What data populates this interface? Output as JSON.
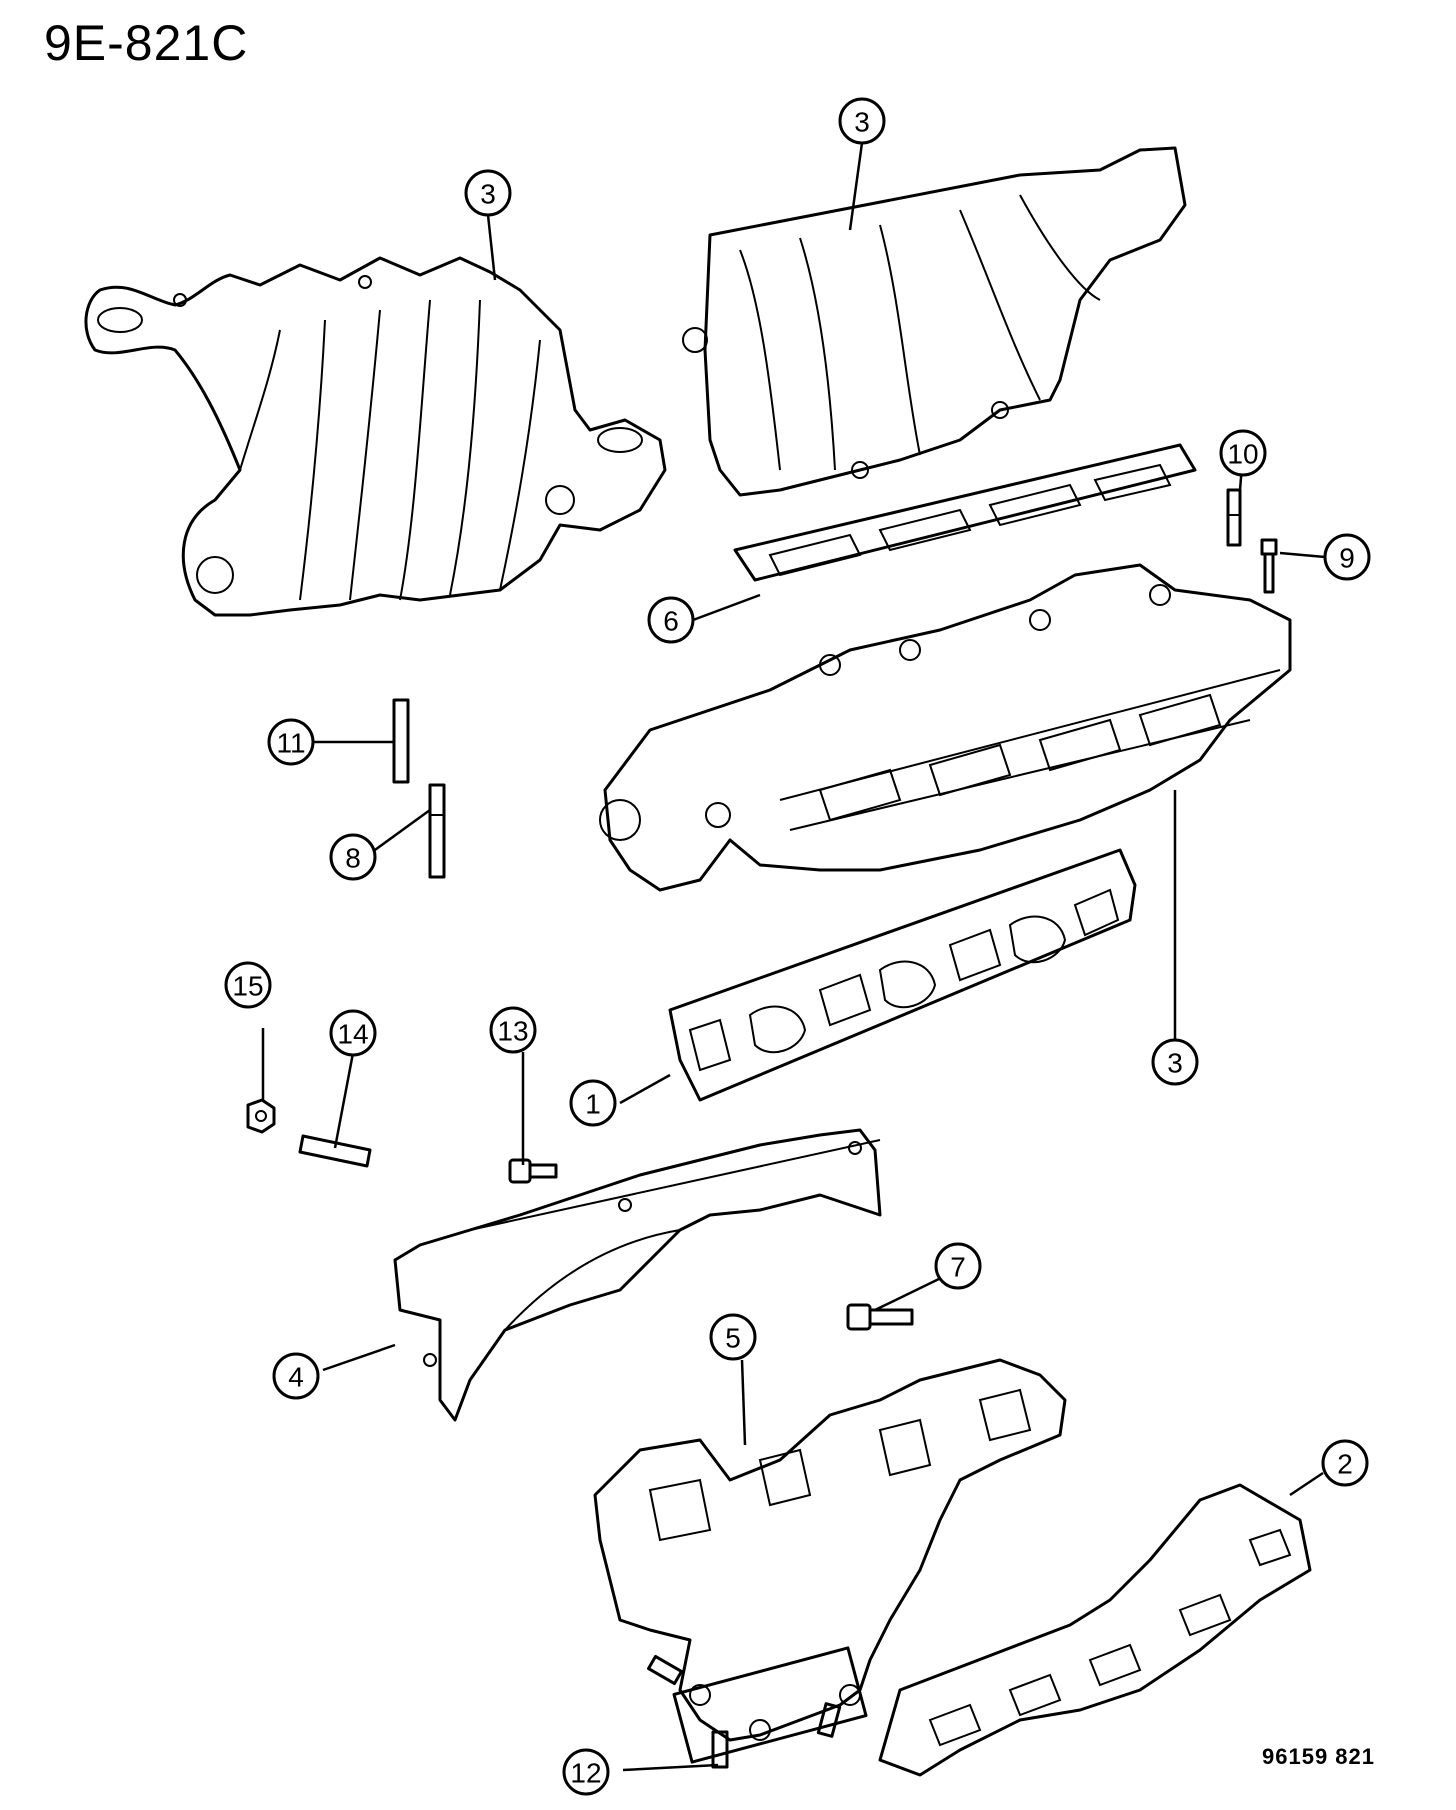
{
  "title": "9E-821C",
  "footer_code": "96159  821",
  "callouts": [
    {
      "id": "c3a",
      "label": "3"
    },
    {
      "id": "c3b",
      "label": "3"
    },
    {
      "id": "c3c",
      "label": "3"
    },
    {
      "id": "c10",
      "label": "10"
    },
    {
      "id": "c9",
      "label": "9"
    },
    {
      "id": "c6",
      "label": "6"
    },
    {
      "id": "c11",
      "label": "11"
    },
    {
      "id": "c8",
      "label": "8"
    },
    {
      "id": "c15",
      "label": "15"
    },
    {
      "id": "c14",
      "label": "14"
    },
    {
      "id": "c13",
      "label": "13"
    },
    {
      "id": "c1",
      "label": "1"
    },
    {
      "id": "c7",
      "label": "7"
    },
    {
      "id": "c4",
      "label": "4"
    },
    {
      "id": "c5",
      "label": "5"
    },
    {
      "id": "c2",
      "label": "2"
    },
    {
      "id": "c12",
      "label": "12"
    }
  ]
}
